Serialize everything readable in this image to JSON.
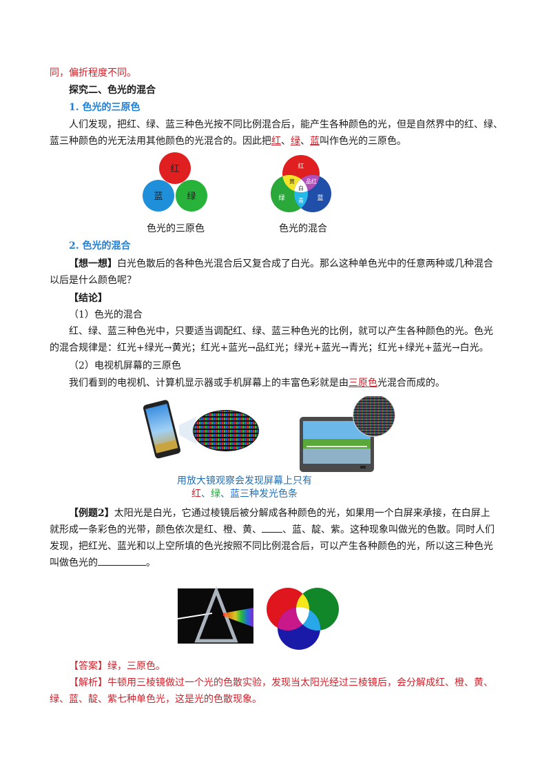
{
  "line_top": "同，偏折程度不同。",
  "section2_title": "探究二、色光的混合",
  "sub1": "1. 色光的三原色",
  "p1_line1": "人们发现，把红、绿、蓝三种色光按不同比例混合后，能产生各种颜色的光，但是自然界中的红、绿、",
  "p1_line2_a": "蓝三种颜色的光无法用其他颜色的光混合的。因此把",
  "p1_red": "红",
  "p1_sep1": "、",
  "p1_green": "绿",
  "p1_sep2": "、",
  "p1_blue": "蓝",
  "p1_tail": "叫作色光的三原色。",
  "fig1": {
    "labels": {
      "red": "红",
      "blue": "蓝",
      "green": "绿"
    },
    "caption": "色光的三原色"
  },
  "fig2": {
    "labels": {
      "red": "红",
      "yellow": "黄",
      "magenta": "品红",
      "white": "白",
      "green": "绿",
      "cyan": "青",
      "blue": "蓝"
    },
    "caption": "色光的混合"
  },
  "sub2": "2. 色光的混合",
  "think_label": "【想一想】",
  "think_line1": "白光色散后的各种色光混合后又复合成了白光。那么这种单色光中的任意两种或几种混合",
  "think_line2": "以后是什么颜色呢？",
  "conclusion": "【结论】",
  "c1_title": "（1）色光的混合",
  "c1_line1": "红、绿、蓝三种色光中，只要适当调配红、绿、蓝三种色光的比例，就可以产生各种颜色的光。色光",
  "c1_line2": "的混合规律是：红光+绿光→黄光；红光+蓝光→品红光；绿光+蓝光→青光；红光+绿光+蓝光→白光。",
  "c2_title": "（2）电视机屏幕的三原色",
  "c2_line_a": "我们看到的电视机、计算机显示器或手机屏幕上的丰富色彩就是由",
  "c2_under": "三原色",
  "c2_line_b": "光混合而成的。",
  "fig3": {
    "caption1": "用放大镜观察会发现屏幕上只有",
    "cap_red": "红",
    "cap_sep1": "、",
    "cap_green": "绿",
    "cap_sep2": "、",
    "cap_blue": "蓝",
    "cap_tail": "三种发光色条"
  },
  "ex_label": "【例题2】",
  "ex_line1": "太阳光是白光，它通过棱镜后被分解成各种颜色的光，如果用一个白屏来承接，在白屏上",
  "ex_line2_a": "就形成一条彩色的光带，颜色依次是红、橙、黄、",
  "ex_line2_b": "、蓝、靛、紫。这种现象叫做光的色散。同时人们",
  "ex_line3": "发现，把红光、蓝光和以上空所填的色光按照不同比例混合后，可以产生各种颜色的光，所以这三种色光",
  "ex_line4_a": "叫做色光的",
  "ex_line4_b": "。",
  "answer_label": "【答案】",
  "answer": "绿，三原色。",
  "analysis_label": "【解析】",
  "analysis_line1": "牛顿用三棱镜做过一个光的色散实验，发现当太阳光经过三棱镜后，会分解成红、橙、黄、",
  "analysis_line2": "绿、蓝、靛、紫七种单色光，这是光的色散现象。",
  "colors": {
    "red": "#d0202a",
    "heading_blue": "#1f7fd6",
    "caption_blue": "#1f6fb8"
  }
}
